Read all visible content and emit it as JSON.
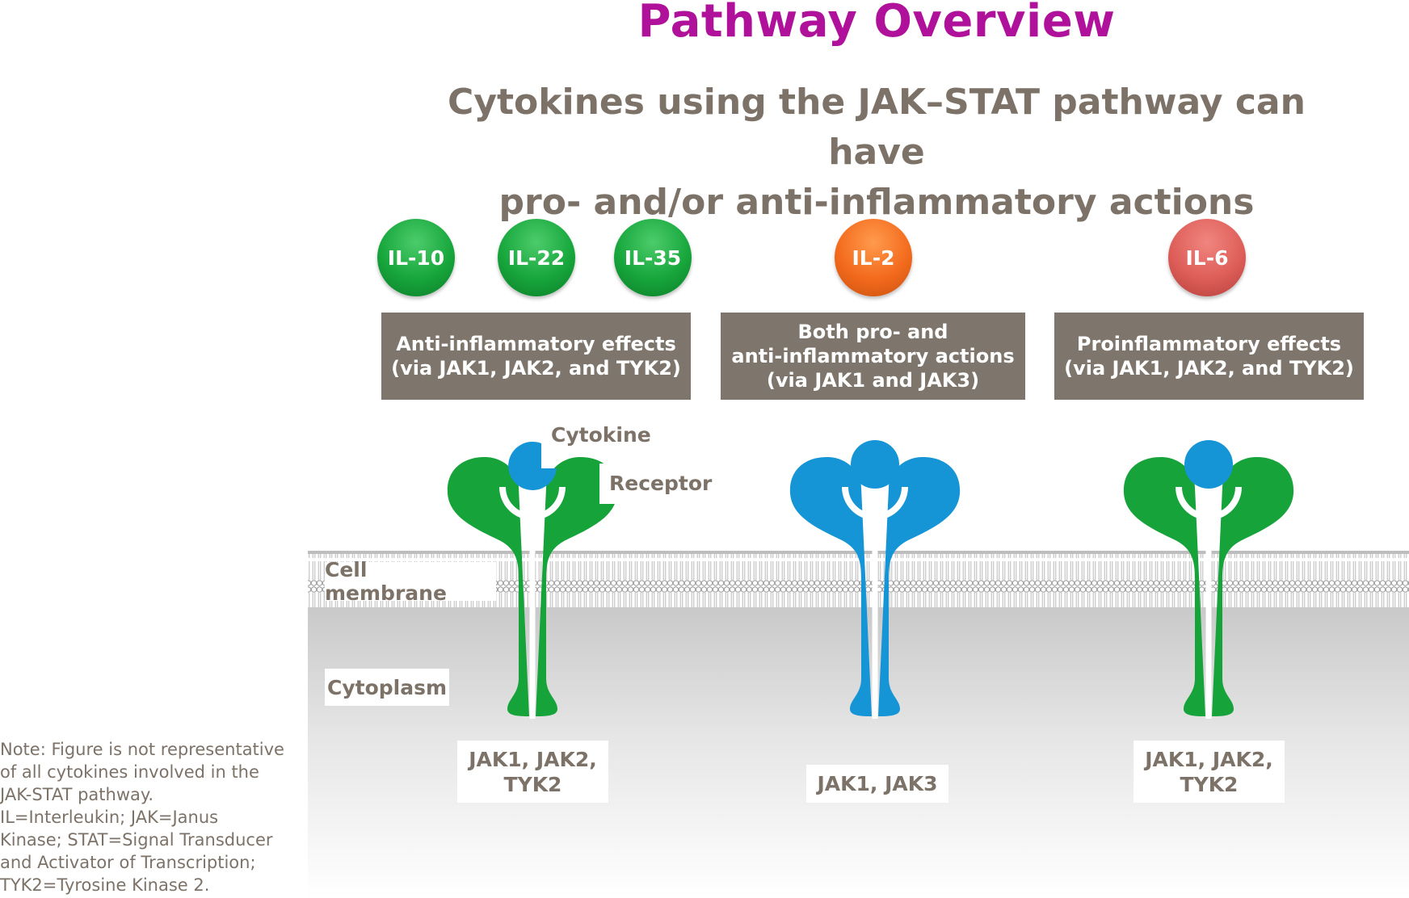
{
  "title": "Pathway Overview",
  "subtitle": {
    "line1": "Cytokines using the JAK–STAT pathway can have",
    "line2": "pro- and/or anti-inflammatory actions"
  },
  "cytokines": [
    {
      "label": "IL-10",
      "color": "#17a63c"
    },
    {
      "label": "IL-22",
      "color": "#17a63c"
    },
    {
      "label": "IL-35",
      "color": "#17a63c"
    },
    {
      "label": "IL-2",
      "color": "#f36b1d"
    },
    {
      "label": "IL-6",
      "color": "#de5e59"
    }
  ],
  "effects": [
    {
      "line1": "Anti-inflammatory effects",
      "line2": "(via JAK1, JAK2, and TYK2)"
    },
    {
      "line1": "Both pro- and",
      "line2": "anti-inflammatory actions",
      "line3": "(via JAK1 and JAK3)"
    },
    {
      "line1": "Proinflammatory effects",
      "line2": "(via JAK1, JAK2, and TYK2)"
    }
  ],
  "labels": {
    "cytokine": "Cytokine",
    "receptor": "Receptor",
    "cell_membrane": "Cell membrane",
    "cytoplasm": "Cytoplasm"
  },
  "jaks": [
    {
      "line1": "JAK1, JAK2,",
      "line2": "TYK2"
    },
    {
      "line1": "JAK1, JAK3"
    },
    {
      "line1": "JAK1, JAK2,",
      "line2": "TYK2"
    }
  ],
  "note": {
    "line1": "Note: Figure is not representative",
    "line2": "of all cytokines involved in the",
    "line3": "JAK-STAT pathway.",
    "line4": "IL=Interleukin; JAK=Janus",
    "line5": "Kinase; STAT=Signal Transducer",
    "line6": "and Activator of Transcription;",
    "line7": "TYK2=Tyrosine Kinase 2."
  },
  "colors": {
    "title": "#b0119a",
    "text_gray": "#7d7268",
    "box_gray": "#7e756c",
    "receptor_green": "#16a33a",
    "receptor_blue": "#1595d6",
    "cytokine_blue": "#1595d6"
  }
}
